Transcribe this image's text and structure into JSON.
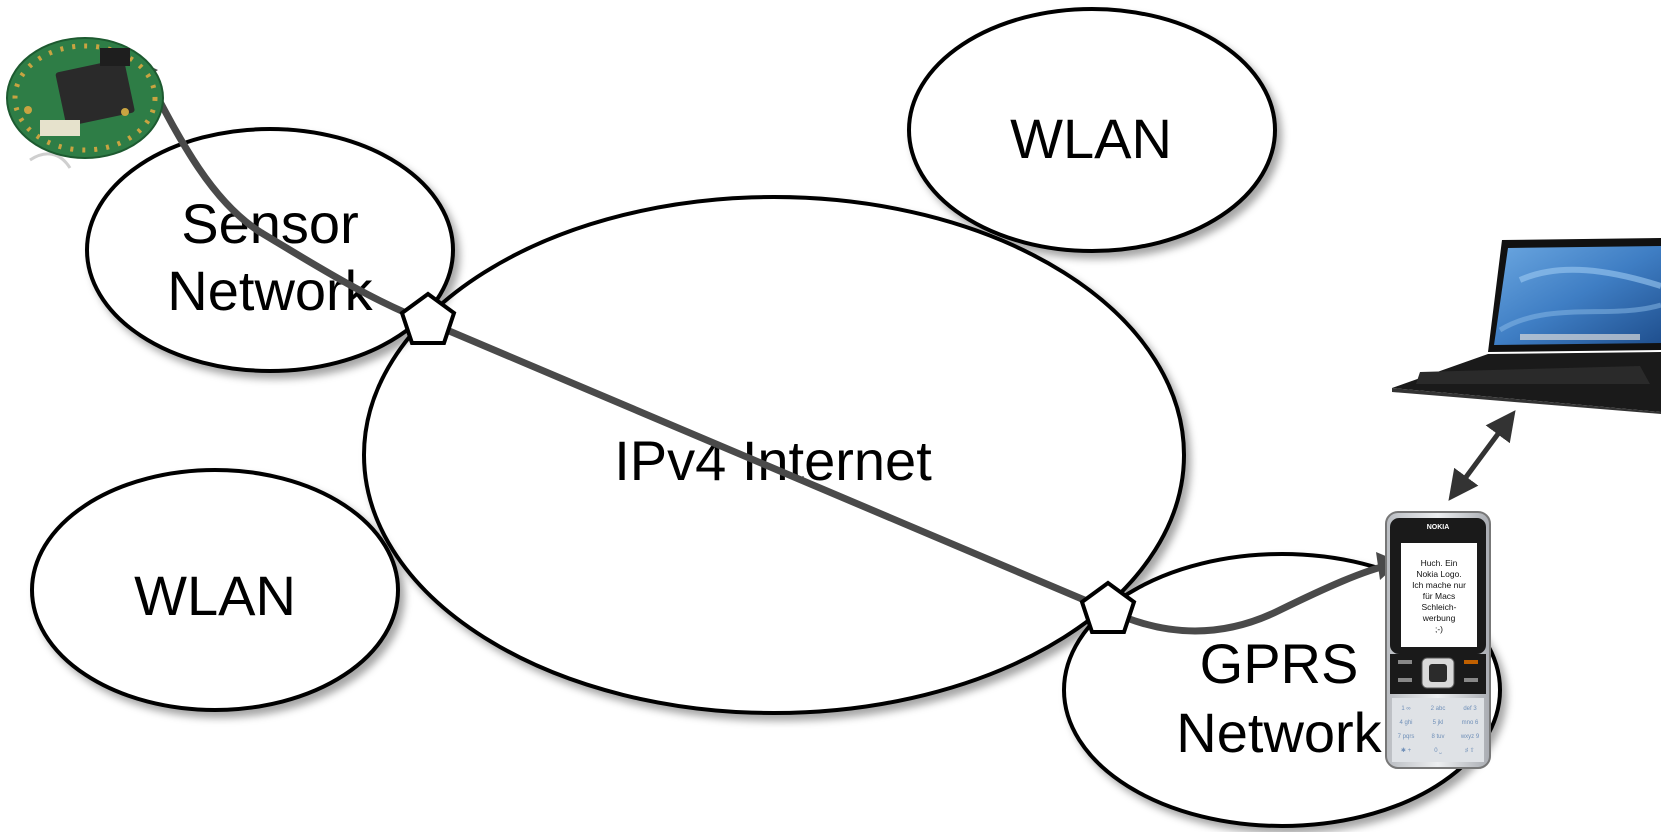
{
  "diagram": {
    "networks": {
      "sensor": {
        "line1": "Sensor",
        "line2": "Network"
      },
      "wlan_top": {
        "label": "WLAN"
      },
      "internet": {
        "label": "IPv4 Internet"
      },
      "wlan_bottom": {
        "label": "WLAN"
      },
      "gprs": {
        "line1": "GPRS",
        "line2": "Network"
      }
    },
    "phone": {
      "brand": "NOKIA",
      "screen_lines": [
        "Huch. Ein",
        "Nokia Logo.",
        "Ich mache nur",
        "für Macs",
        "Schleich-",
        "werbung",
        ";-)"
      ],
      "keys": [
        "1 ∞",
        "2 abc",
        "def 3",
        "4 ghi",
        "5 jkl",
        "mno 6",
        "7 pqrs",
        "8 tuv",
        "wxyz 9",
        "✱ +",
        "0 ⎵",
        "♯ ⇧"
      ]
    },
    "colors": {
      "link": "#4a4a4a",
      "ellipse_stroke": "#000000",
      "ellipse_fill": "#ffffff",
      "gateway_fill": "#ffffff",
      "pcb_green": "#2e7d46",
      "laptop_screen": "#3f7ec4"
    },
    "icons": [
      "sensor-board-icon",
      "gateway-pentagon-icon",
      "laptop-icon",
      "mobile-phone-icon",
      "double-arrow-icon"
    ]
  }
}
